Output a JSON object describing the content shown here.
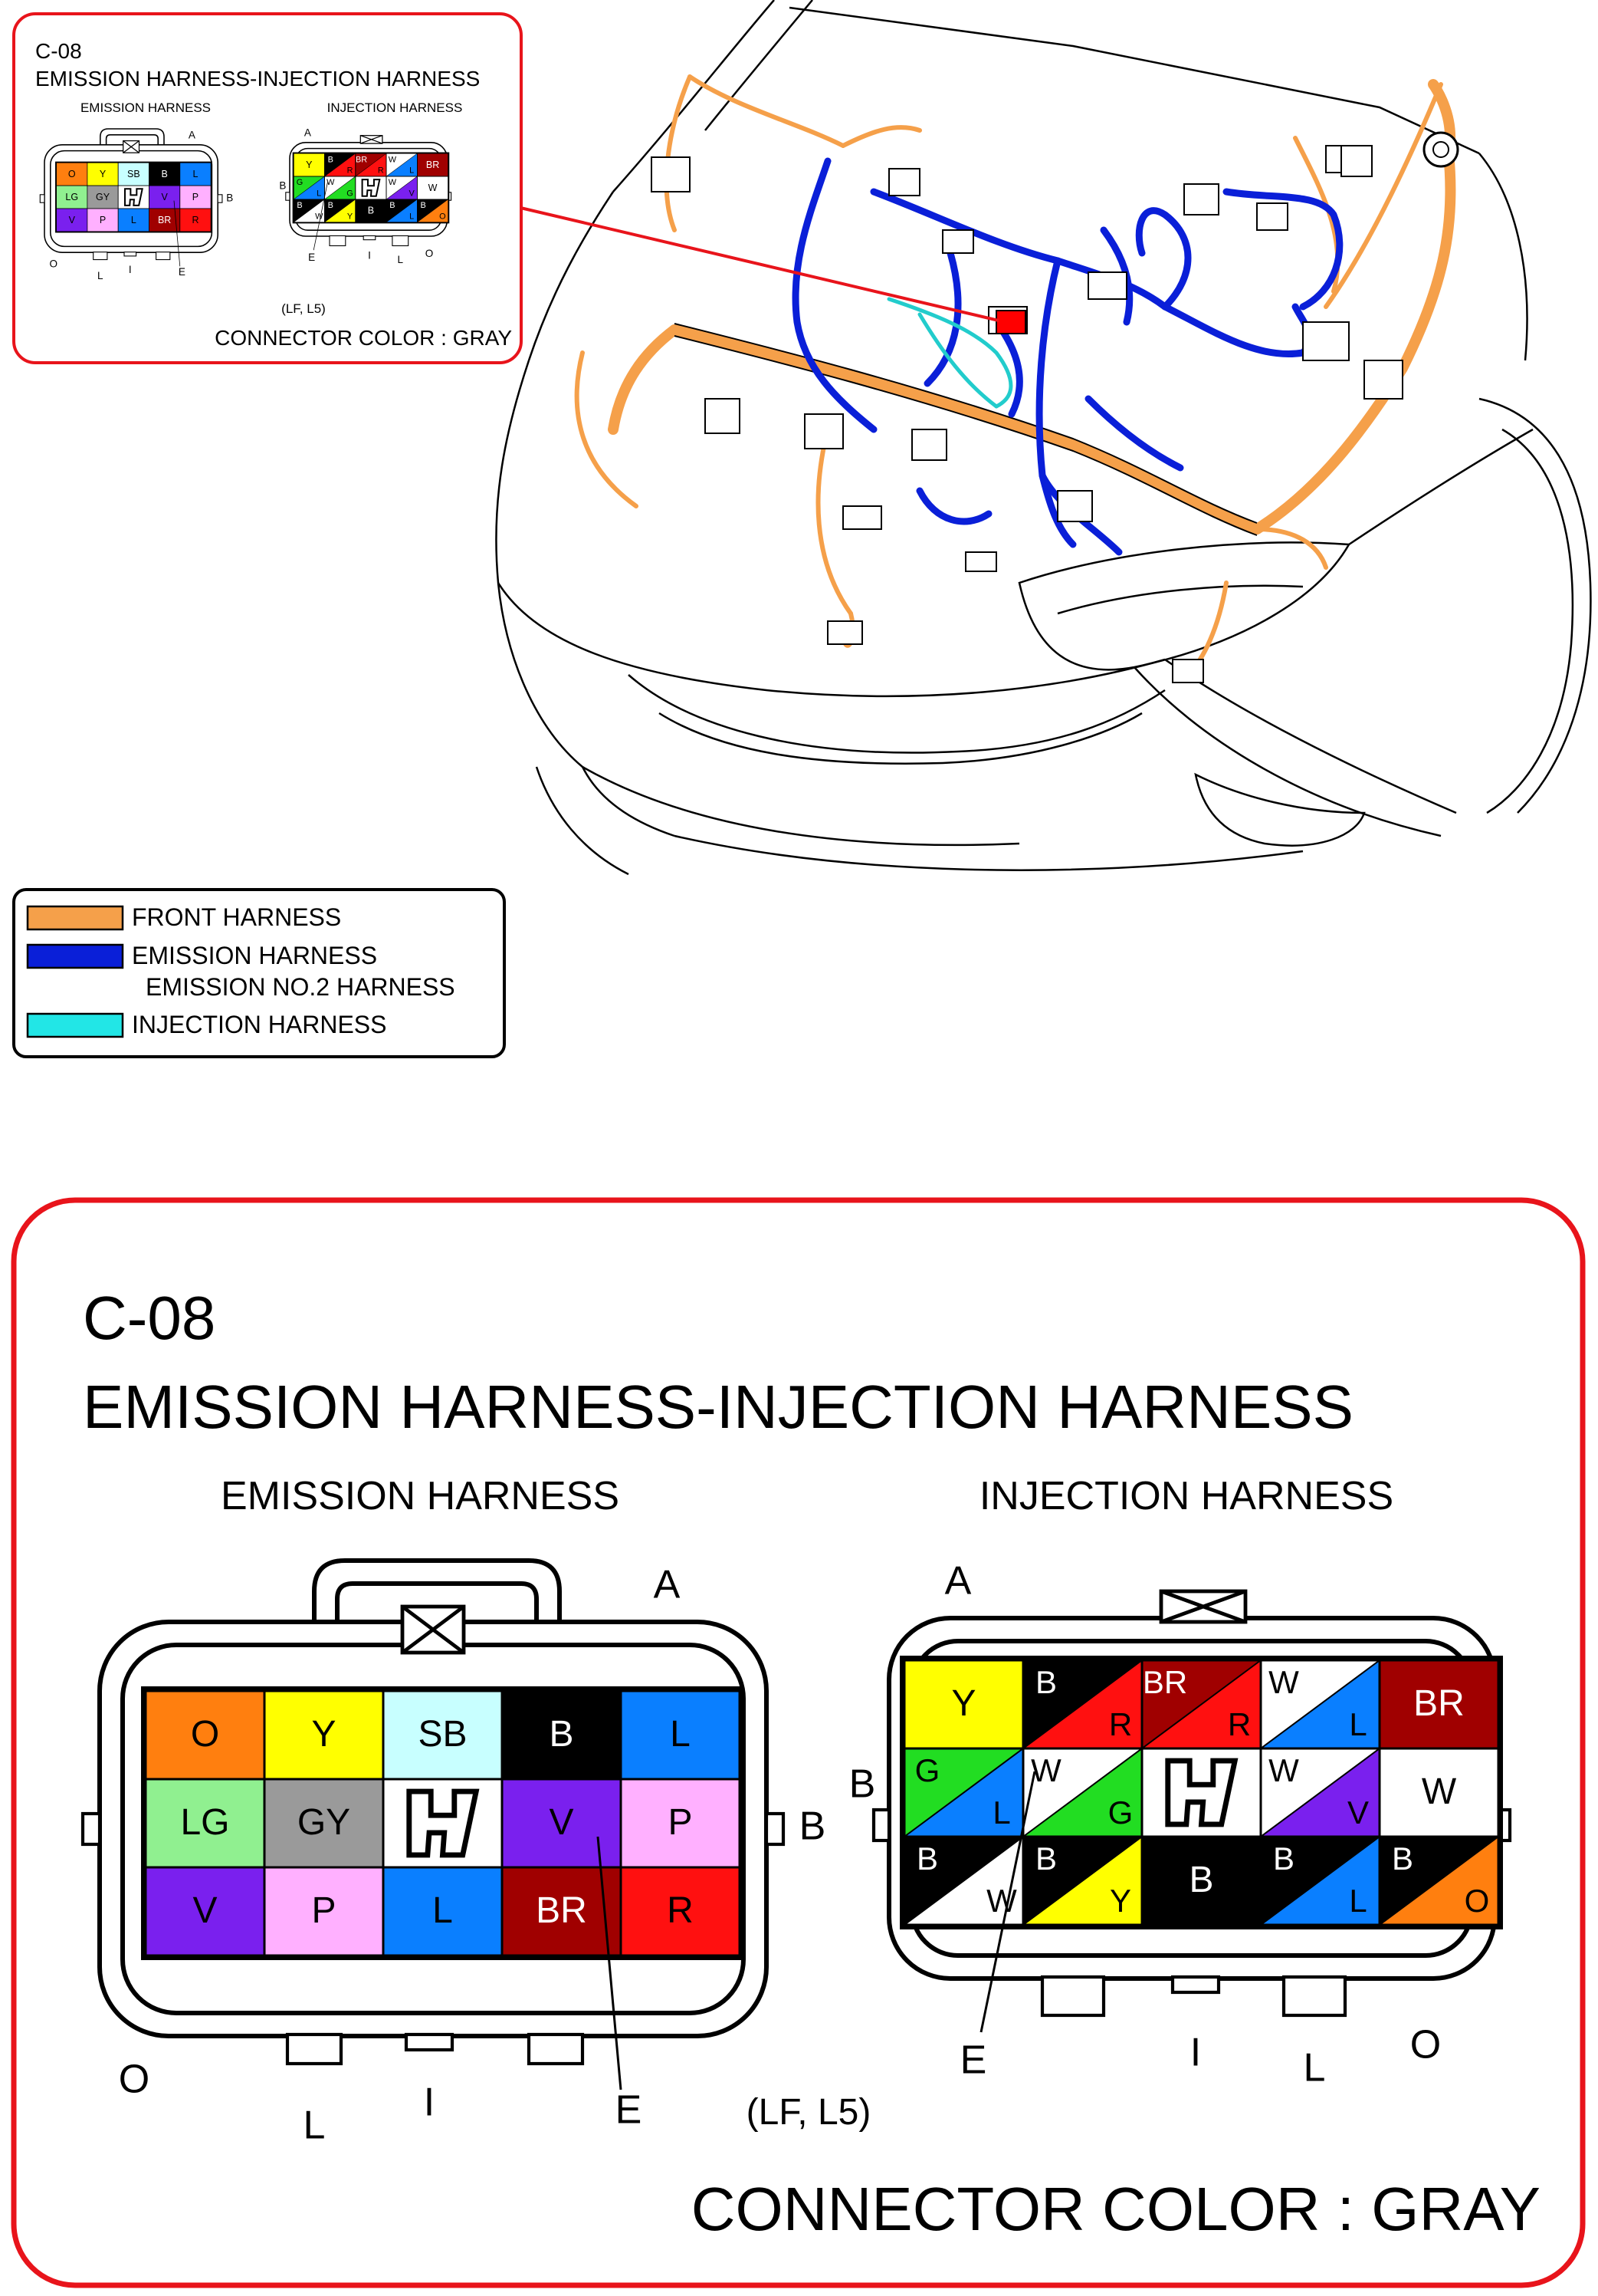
{
  "connector": {
    "id": "C-08",
    "title": "EMISSION HARNESS-INJECTION HARNESS",
    "left_label": "EMISSION HARNESS",
    "right_label": "INJECTION HARNESS",
    "variant": "(LF, L5)",
    "color_note": "CONNECTOR COLOR : GRAY",
    "corner_a": "A",
    "side_b": "B",
    "bottom_o": "O",
    "bottom_l": "L",
    "bottom_i": "I",
    "bottom_e": "E"
  },
  "legend": {
    "front": "FRONT HARNESS",
    "emission": "EMISSION HARNESS",
    "emission2": "EMISSION NO.2 HARNESS",
    "injection": "INJECTION HARNESS"
  },
  "colors": {
    "front_harness": "#f5a04a",
    "emission_harness": "#0a1fd8",
    "injection_harness": "#22e6e6",
    "frame_red": "#e8141b"
  },
  "emission_cells": [
    {
      "label": "O",
      "bg": "#ff7f0f",
      "fg": "#000000"
    },
    {
      "label": "Y",
      "bg": "#ffff00",
      "fg": "#000000"
    },
    {
      "label": "SB",
      "bg": "#c8ffff",
      "fg": "#000000"
    },
    {
      "label": "B",
      "bg": "#000000",
      "fg": "#ffffff"
    },
    {
      "label": "L",
      "bg": "#0a7fff",
      "fg": "#000000"
    },
    {
      "label": "LG",
      "bg": "#90f090",
      "fg": "#000000"
    },
    {
      "label": "GY",
      "bg": "#9a9a9a",
      "fg": "#000000"
    },
    {
      "label": "",
      "bg": "#ffffff",
      "fg": "#000000"
    },
    {
      "label": "V",
      "bg": "#7a20ee",
      "fg": "#000000"
    },
    {
      "label": "P",
      "bg": "#ffb0ff",
      "fg": "#000000"
    },
    {
      "label": "V",
      "bg": "#7a20ee",
      "fg": "#000000"
    },
    {
      "label": "P",
      "bg": "#ffb0ff",
      "fg": "#000000"
    },
    {
      "label": "L",
      "bg": "#0a7fff",
      "fg": "#000000"
    },
    {
      "label": "BR",
      "bg": "#a00000",
      "fg": "#ffffff"
    },
    {
      "label": "R",
      "bg": "#ff1010",
      "fg": "#000000"
    }
  ],
  "injection_cells": [
    {
      "a": "Y",
      "b": "",
      "ca": "#ffff00",
      "cb": "#ffff00",
      "fa": "#000000",
      "fb": "#000000"
    },
    {
      "a": "B",
      "b": "R",
      "ca": "#000000",
      "cb": "#ff1010",
      "fa": "#ffffff",
      "fb": "#000000"
    },
    {
      "a": "BR",
      "b": "R",
      "ca": "#a00000",
      "cb": "#ff1010",
      "fa": "#ffffff",
      "fb": "#000000"
    },
    {
      "a": "W",
      "b": "L",
      "ca": "#ffffff",
      "cb": "#0a7fff",
      "fa": "#000000",
      "fb": "#000000"
    },
    {
      "a": "BR",
      "b": "",
      "ca": "#a00000",
      "cb": "#a00000",
      "fa": "#ffffff",
      "fb": "#ffffff"
    },
    {
      "a": "G",
      "b": "L",
      "ca": "#22dd22",
      "cb": "#0a7fff",
      "fa": "#000000",
      "fb": "#000000"
    },
    {
      "a": "W",
      "b": "G",
      "ca": "#ffffff",
      "cb": "#22dd22",
      "fa": "#000000",
      "fb": "#000000"
    },
    {
      "a": "",
      "b": "",
      "ca": "#ffffff",
      "cb": "#ffffff",
      "fa": "#000000",
      "fb": "#000000"
    },
    {
      "a": "W",
      "b": "V",
      "ca": "#ffffff",
      "cb": "#7a20ee",
      "fa": "#000000",
      "fb": "#000000"
    },
    {
      "a": "W",
      "b": "",
      "ca": "#ffffff",
      "cb": "#ffffff",
      "fa": "#000000",
      "fb": "#000000"
    },
    {
      "a": "B",
      "b": "W",
      "ca": "#000000",
      "cb": "#ffffff",
      "fa": "#ffffff",
      "fb": "#000000"
    },
    {
      "a": "B",
      "b": "Y",
      "ca": "#000000",
      "cb": "#ffff00",
      "fa": "#ffffff",
      "fb": "#000000"
    },
    {
      "a": "B",
      "b": "",
      "ca": "#000000",
      "cb": "#000000",
      "fa": "#ffffff",
      "fb": "#ffffff"
    },
    {
      "a": "B",
      "b": "L",
      "ca": "#000000",
      "cb": "#0a7fff",
      "fa": "#ffffff",
      "fb": "#000000"
    },
    {
      "a": "B",
      "b": "O",
      "ca": "#000000",
      "cb": "#ff7f0f",
      "fa": "#ffffff",
      "fb": "#000000"
    }
  ]
}
